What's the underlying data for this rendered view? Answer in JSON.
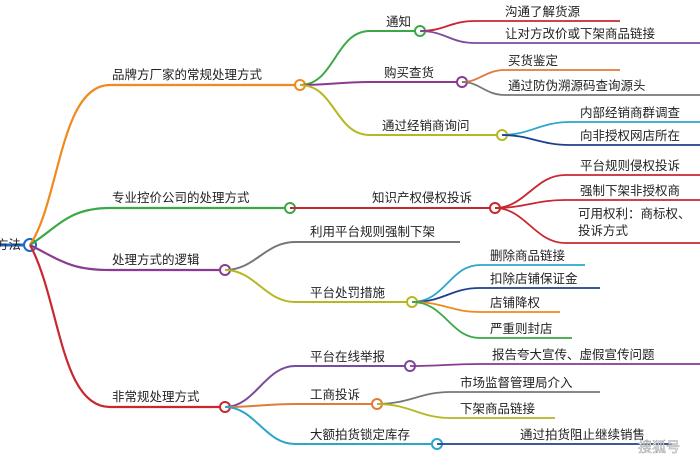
{
  "root": {
    "label": "方法"
  },
  "branches": [
    {
      "label": "品牌方厂家的常规处理方式",
      "color": "#f08a1c",
      "children": [
        {
          "label": "通知",
          "color": "#39a845",
          "children": [
            {
              "label": "沟通了解货源",
              "color": "#c9272f"
            },
            {
              "label": "让对方改价或下架商品链接",
              "color": "#7a4a9c"
            }
          ]
        },
        {
          "label": "购买查货",
          "color": "#8a3a8f",
          "children": [
            {
              "label": "买货鉴定",
              "color": "#e07b39"
            },
            {
              "label": "通过防伪溯源码查询源头",
              "color": "#777777"
            }
          ]
        },
        {
          "label": "通过经销商询问",
          "color": "#b5b820",
          "children": [
            {
              "label": "内部经销商群调查",
              "color": "#2aa7c9"
            },
            {
              "label": "向非授权网店所在",
              "color": "#1f3f8f"
            }
          ]
        }
      ]
    },
    {
      "label": "专业控价公司的处理方式",
      "color": "#39a845",
      "children": [
        {
          "label": "知识产权侵权投诉",
          "color": "#c9272f",
          "children": [
            {
              "label": "平台规则侵权投诉",
              "color": "#c9272f"
            },
            {
              "label": "强制下架非授权商",
              "color": "#c9272f"
            },
            {
              "label": "可用权利：商标权、投诉方式",
              "color": "#c9272f"
            }
          ]
        }
      ]
    },
    {
      "label": "处理方式的逻辑",
      "color": "#8a3a8f",
      "children": [
        {
          "label": "利用平台规则强制下架",
          "color": "#777777",
          "children": []
        },
        {
          "label": "平台处罚措施",
          "color": "#b5b820",
          "children": [
            {
              "label": "删除商品链接",
              "color": "#2aa7c9"
            },
            {
              "label": "扣除店铺保证金",
              "color": "#1f3f8f"
            },
            {
              "label": "店铺降权",
              "color": "#f08a1c"
            },
            {
              "label": "严重则封店",
              "color": "#39a845"
            }
          ]
        }
      ]
    },
    {
      "label": "非常规处理方式",
      "color": "#c9272f",
      "children": [
        {
          "label": "平台在线举报",
          "color": "#7a4a9c",
          "children": [
            {
              "label": "报告夸大宣传、虚假宣传问题",
              "color": "#8a3a8f"
            }
          ]
        },
        {
          "label": "工商投诉",
          "color": "#e07b39",
          "children": [
            {
              "label": "市场监督管理局介入",
              "color": "#777777"
            },
            {
              "label": "下架商品链接",
              "color": "#b5b820"
            }
          ]
        },
        {
          "label": "大额拍货锁定库存",
          "color": "#2aa7c9",
          "children": [
            {
              "label": "通过拍货阻止继续销售",
              "color": "#1f3f8f"
            }
          ]
        }
      ]
    }
  ],
  "watermark": "搜狐号"
}
